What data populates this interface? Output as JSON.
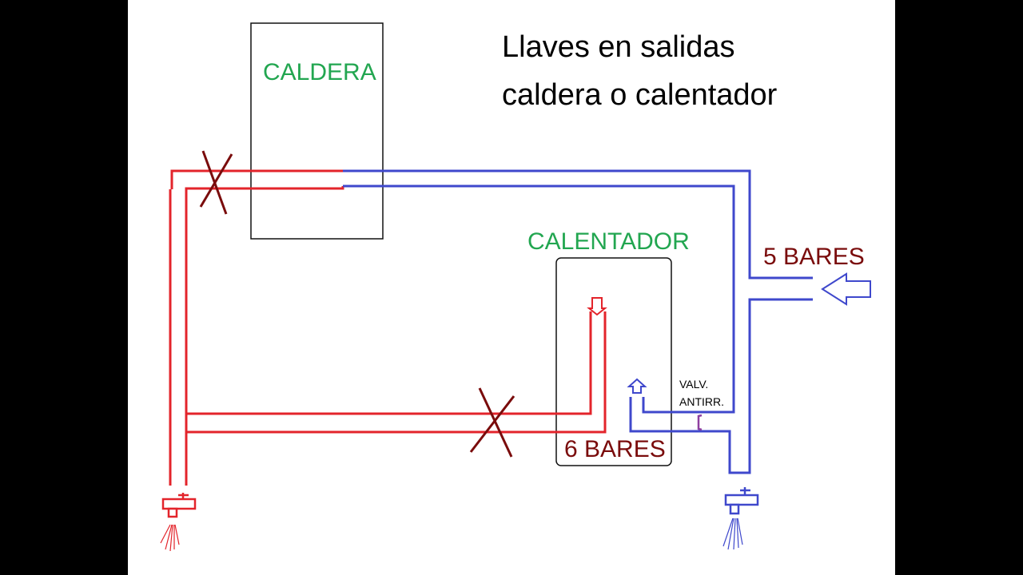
{
  "title": {
    "line1": "Llaves en salidas",
    "line2": "caldera o calentador"
  },
  "components": {
    "caldera": {
      "label": "CALDERA"
    },
    "calentador": {
      "label": "CALENTADOR"
    }
  },
  "pressures": {
    "supply": "5 BARES",
    "heater": "6 BARES"
  },
  "valve": {
    "line1": "VALV.",
    "line2": "ANTIRR."
  },
  "colors": {
    "hot_pipe": "#e3242b",
    "cold_pipe": "#3f48cc",
    "cross_mark": "#7a0c0c",
    "component_label": "#22a650",
    "pressure_label": "#7a0c0c",
    "valve_mark": "#8e3fa0"
  },
  "icons": [
    "hot-tap-icon",
    "cold-tap-icon",
    "inlet-arrow-icon",
    "flow-down-arrow-icon",
    "flow-up-arrow-icon",
    "cross-mark-icon"
  ]
}
